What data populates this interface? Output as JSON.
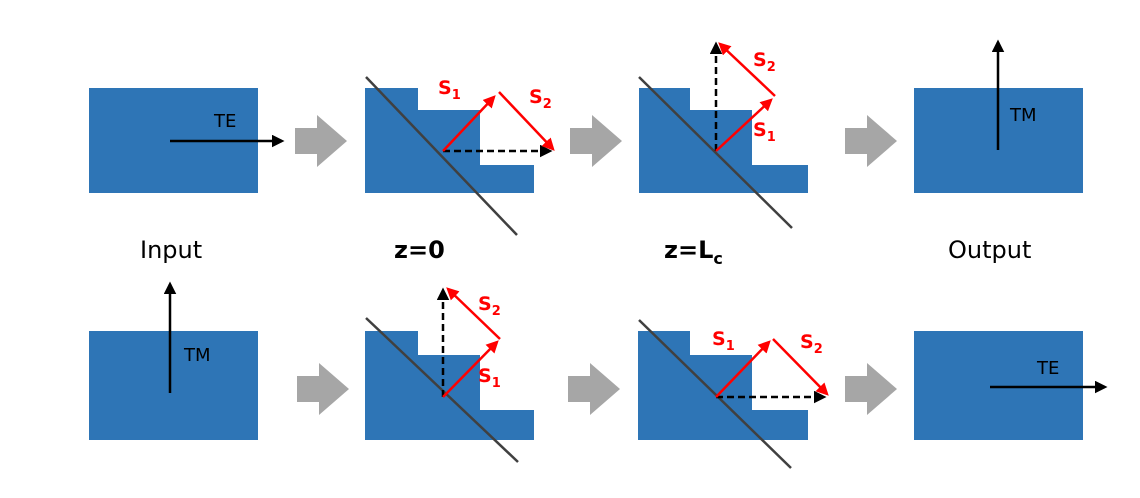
{
  "row_labels": {
    "input": "Input",
    "z0": "z=0",
    "zlc_main": "z=L",
    "zlc_sub": "c",
    "output": "Output"
  },
  "mode_labels": {
    "te": "TE",
    "tm": "TM"
  },
  "vector_labels": {
    "s1_main": "S",
    "s1_sub": "1",
    "s2_main": "S",
    "s2_sub": "2"
  },
  "colors": {
    "waveguide": "#2E75B6",
    "flow_arrow": "#A6A6A6",
    "vector_red": "#FF0000",
    "axis_line": "#404040",
    "black": "#000000"
  }
}
